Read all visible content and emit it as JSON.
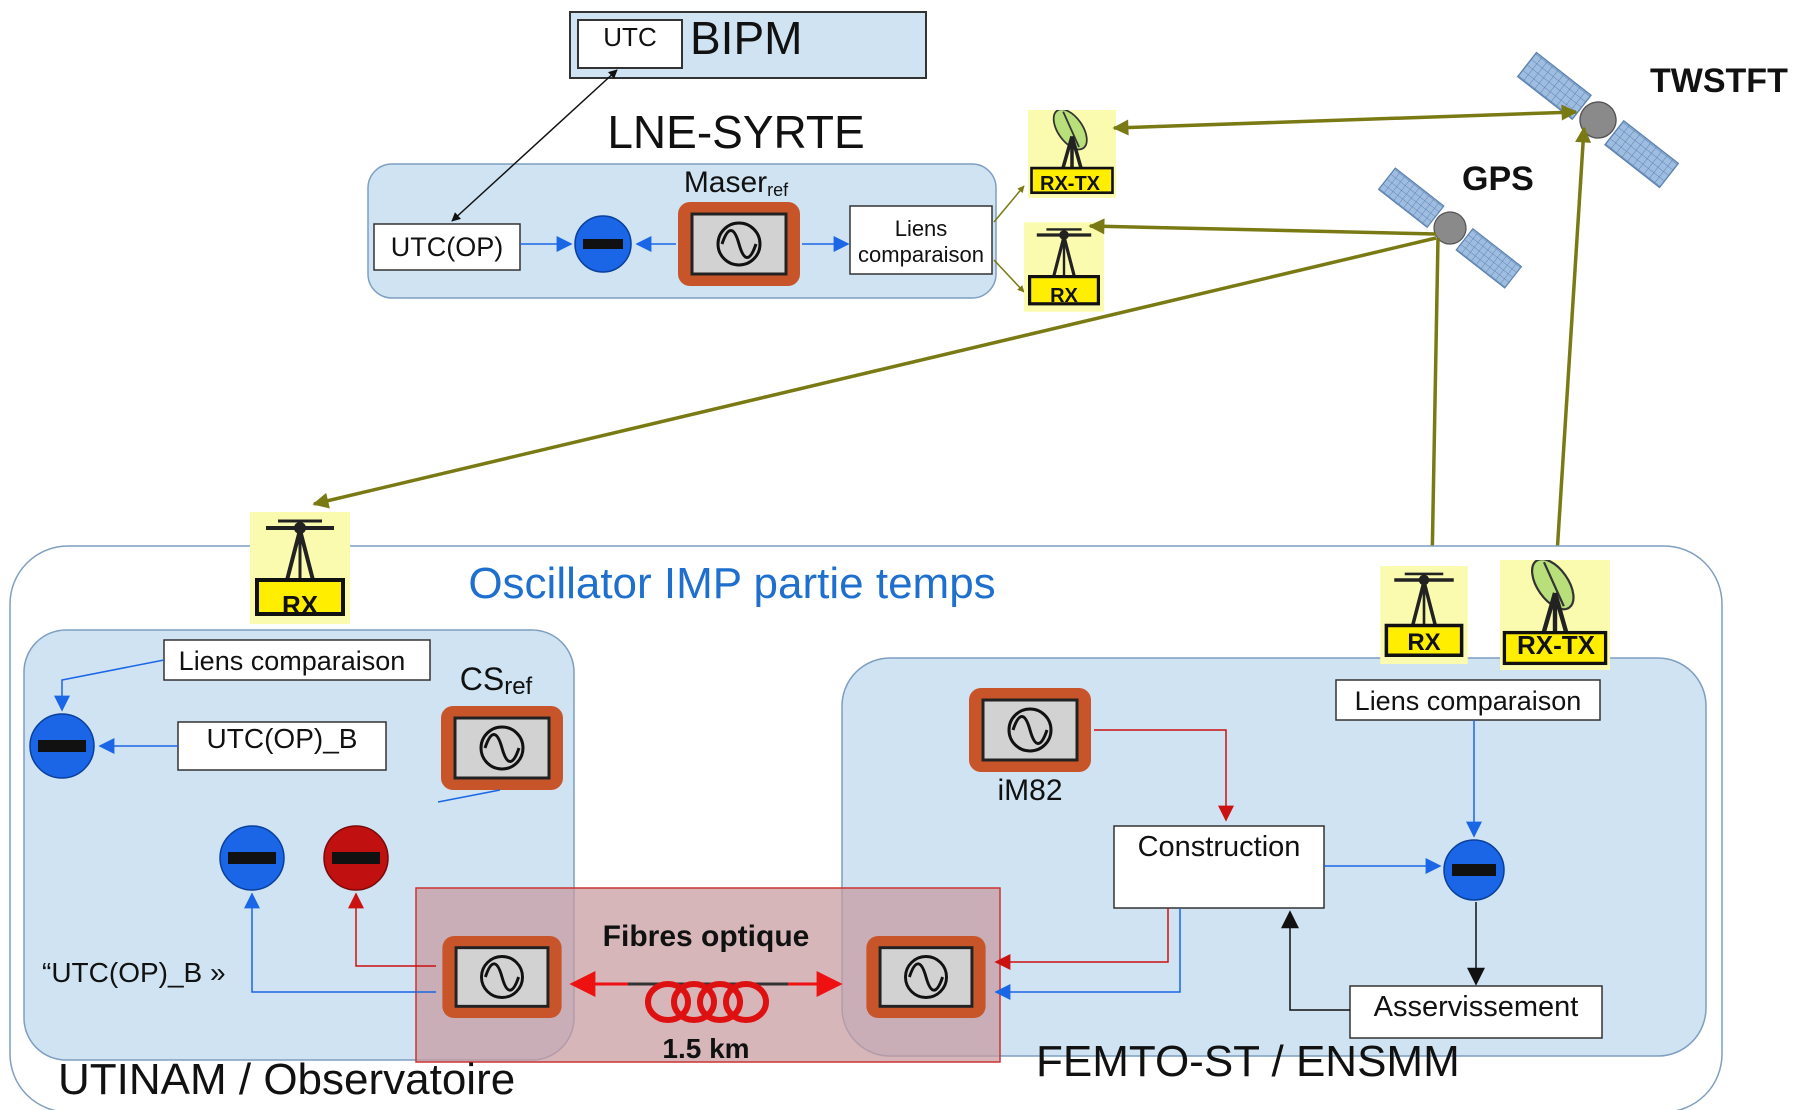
{
  "bipm": {
    "title": "BIPM",
    "utc": "UTC"
  },
  "lne": {
    "title": "LNE-SYRTE",
    "maser": "Maser",
    "maser_sub": "ref",
    "utc_op": "UTC(OP)",
    "liens_line1": "Liens",
    "liens_line2": "comparaison"
  },
  "satellites": {
    "twstft": "TWSTFT",
    "gps": "GPS"
  },
  "antennas": {
    "rx": "RX",
    "rx_tx": "RX-TX"
  },
  "imp": {
    "title": "Oscillator IMP partie temps"
  },
  "utinam": {
    "title": "UTINAM / Observatoire",
    "liens": "Liens comparaison",
    "utc_op_b": "UTC(OP)_B",
    "cs": "CS",
    "cs_sub": "ref",
    "utc_op_b_quoted": "“UTC(OP)_B »"
  },
  "fibre": {
    "label": "Fibres optique",
    "length": "1.5 km"
  },
  "femto": {
    "title": "FEMTO-ST / ENSMM",
    "liens": "Liens comparaison",
    "im82": "iM82",
    "construction": "Construction",
    "asservissement": "Asservissement"
  },
  "colors": {
    "panel_fill": "#cfe3f2",
    "panel_stroke": "#7f9fc0",
    "olive": "#7a7a14",
    "blue_arrow": "#1a66e6",
    "red_arrow": "#cc1111",
    "oscillator_border": "#c8552a",
    "fibre_fill": "#d4a3a6",
    "imp_title": "#1f6fcf",
    "antenna_fill": "#fbfbb0",
    "antenna_label": "#ffee00"
  },
  "icons": {
    "oscillator": "sine-wave-oscillator-icon",
    "comparator": "minus-circle-icon",
    "dish": "satellite-dish-icon",
    "satellite": "satellite-icon",
    "fibre_coil": "fibre-coil-icon"
  }
}
